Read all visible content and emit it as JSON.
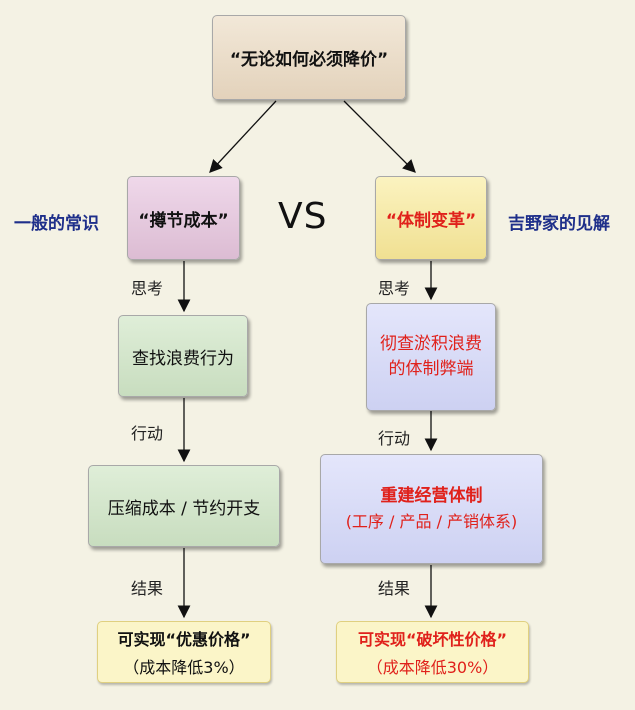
{
  "top": {
    "text": "“无论如何必须降价”"
  },
  "vs": "VS",
  "left": {
    "side_label": "一般的常识",
    "approach": "“撙节成本”",
    "step1_label": "思考",
    "step1": "查找浪费行为",
    "step2_label": "行动",
    "step2": "压缩成本 / 节约开支",
    "step3_label": "结果",
    "result_prefix": "可实现",
    "result_highlight": "“优惠价格”",
    "result_sub": "（成本降低3%）"
  },
  "right": {
    "side_label": "吉野家的见解",
    "approach": "“体制变革”",
    "step1_label": "思考",
    "step1_line1": "彻查淤积浪费",
    "step1_line2": "的体制弊端",
    "step2_label": "行动",
    "step2_line1": "重建经营体制",
    "step2_line2": "(工序 / 产品 / 产销体系)",
    "step3_label": "结果",
    "result_prefix": "可实现",
    "result_highlight": "“破坏性价格”",
    "result_sub": "（成本降低30%）"
  },
  "colors": {
    "highlight_red": "#e0211b",
    "side_label_blue": "#1e2f8a",
    "background": "#f4f2e4"
  }
}
